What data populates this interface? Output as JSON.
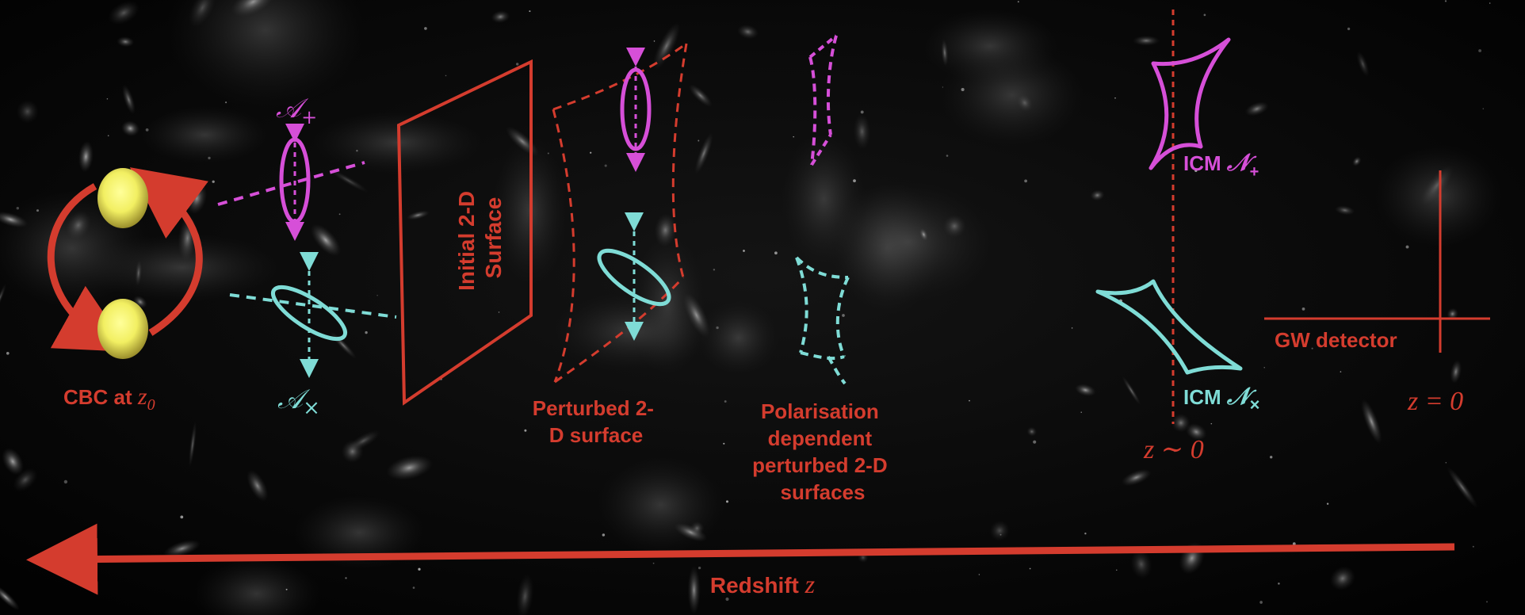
{
  "colors": {
    "red": "#d43c2e",
    "magenta": "#d64fd8",
    "cyan": "#7fdcd6",
    "yellow": "#f2ef62",
    "background": "#000000"
  },
  "labels": {
    "cbc": {
      "text": "CBC at ",
      "math": "z",
      "sub": "0"
    },
    "amp_plus": {
      "math": "𝒜",
      "sub": "+"
    },
    "amp_cross": {
      "math": "𝒜",
      "sub": "×"
    },
    "initial_surface_line1": "Initial 2-D",
    "initial_surface_line2": "Surface",
    "perturbed_line1": "Perturbed 2-",
    "perturbed_line2": "D surface",
    "polarisation_line1": "Polarisation",
    "polarisation_line2": "dependent",
    "polarisation_line3": "perturbed 2-D",
    "polarisation_line4": "surfaces",
    "icm_plus": {
      "text": "ICM ",
      "math": "𝒩",
      "sub": "+"
    },
    "icm_cross": {
      "text": "ICM ",
      "math": "𝒩",
      "sub": "×"
    },
    "gw_detector": "GW detector",
    "z_zero": "z = 0",
    "z_approx": "z ∼ 0",
    "redshift": {
      "text": "Redshift ",
      "math": "z"
    }
  }
}
